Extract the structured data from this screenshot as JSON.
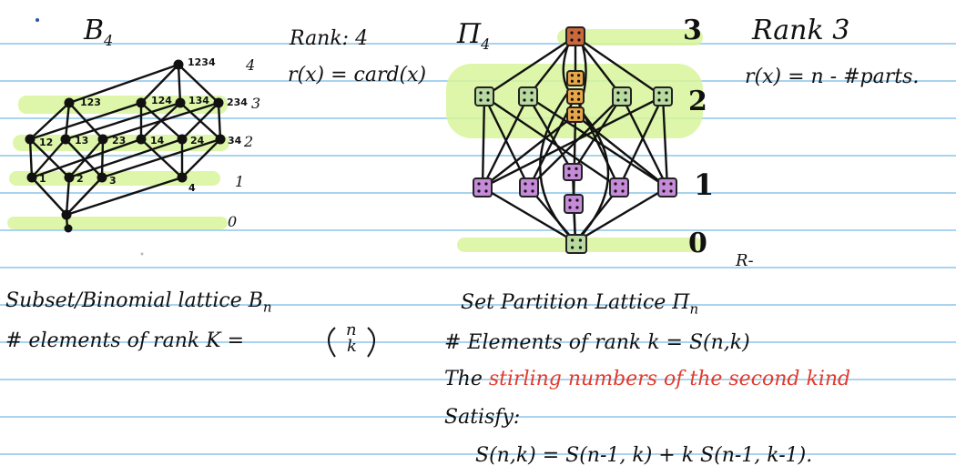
{
  "left": {
    "title": "B",
    "title_sub": "4",
    "rank_heading": "Rank: 4",
    "rank_formula": "r(x) = card(x)",
    "node_labels": [
      "1234",
      "123",
      "124",
      "134",
      "234",
      "12",
      "13",
      "23",
      "14",
      "24",
      "34",
      "1",
      "2",
      "3",
      "4"
    ],
    "rank_levels": [
      "4",
      "3",
      "2",
      "1",
      "0"
    ],
    "caption_line1": "Subset/Binomial lattice B",
    "caption_line1_sub": "n",
    "caption_line2": "# elements of rank K =",
    "binom_top": "n",
    "binom_bottom": "k"
  },
  "right": {
    "title": "Π",
    "title_sub": "4",
    "rank_heading": "Rank 3",
    "rank_formula": "r(x) = n - #parts.",
    "rank_levels": [
      "3",
      "2",
      "1",
      "0"
    ],
    "corner_mark": "R-",
    "caption_line1": "Set Partition Lattice Π",
    "caption_line1_sub": "n",
    "caption_line2": "# Elements of rank k = S(n,k)",
    "stirling_prefix": "The",
    "stirling_red": "stirling numbers of the second kind",
    "satisfy": "Satisfy:",
    "recurrence": "S(n,k) = S(n-1, k) +   k S(n-1, k-1)."
  },
  "colors": {
    "highlight_green": "#d8f59a",
    "rule_blue": "#a9d3ee",
    "ink_red": "#e23a2c",
    "box_green": "#b8d9a0",
    "box_purple": "#c58ad8",
    "box_orange": "#e7a64a",
    "box_top": "#c9683b"
  }
}
